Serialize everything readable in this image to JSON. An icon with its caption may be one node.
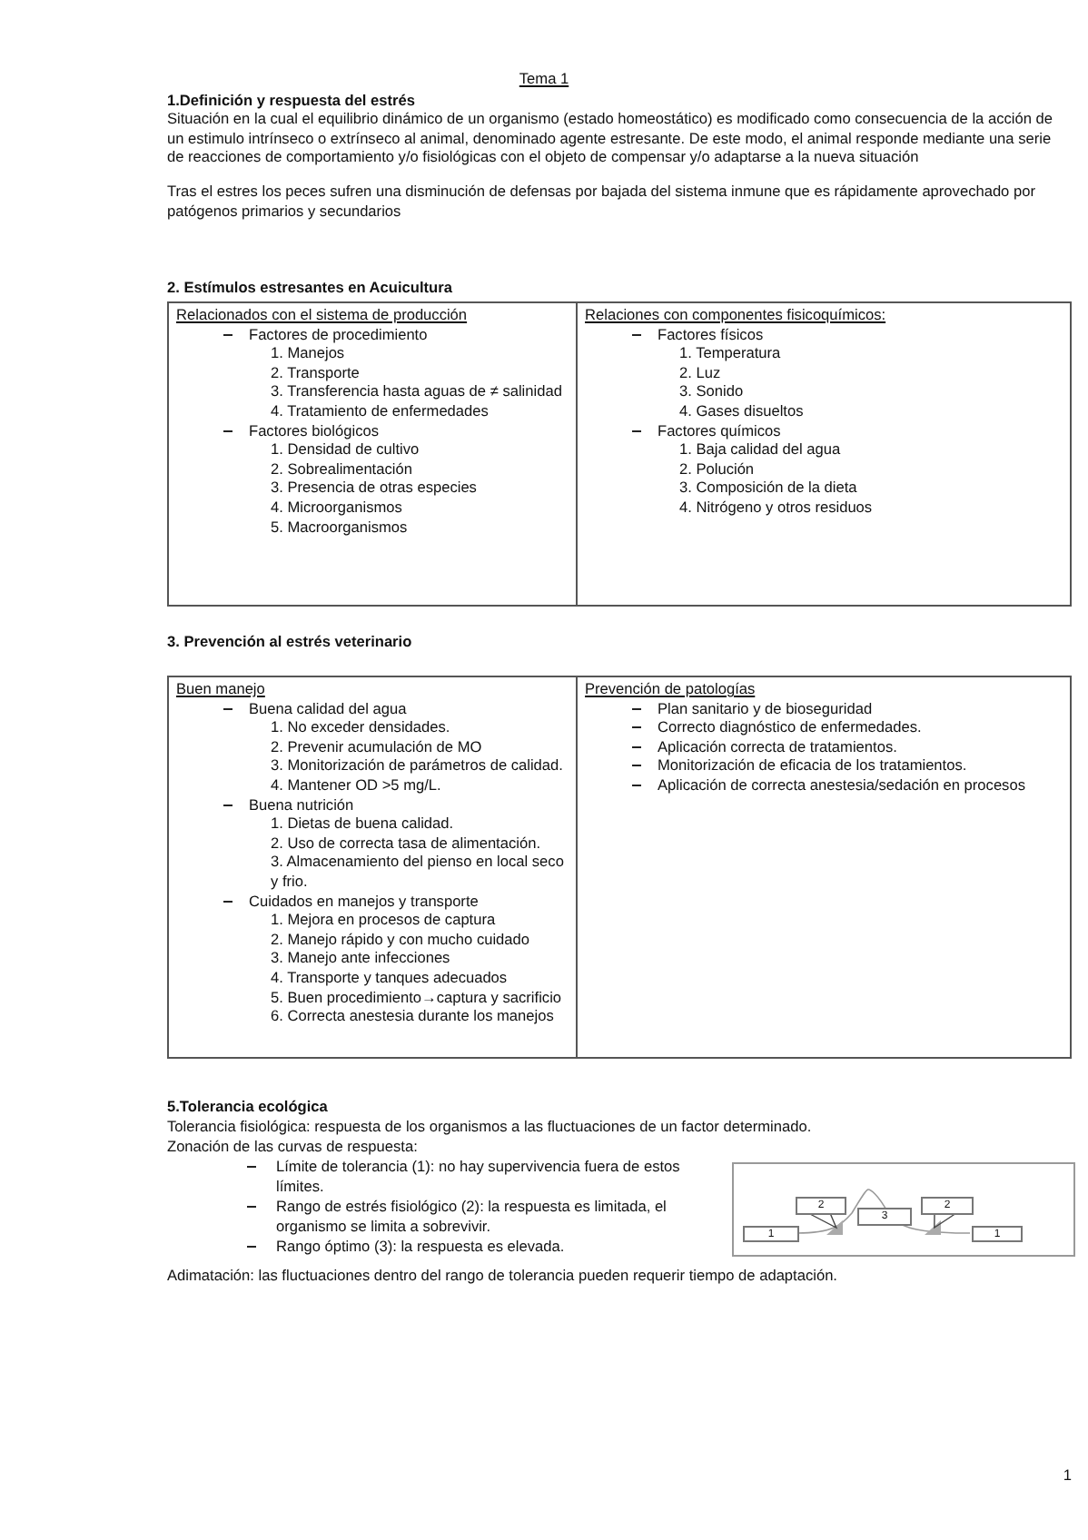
{
  "diagram": {
    "title": "Tema 1",
    "nodes": [
      {
        "text": [
          "2"
        ]
      },
      {
        "text": [
          "3"
        ]
      },
      {
        "text": [
          "2"
        ]
      },
      {
        "text": [
          "1"
        ]
      },
      {
        "text": [],
        "shape": "triangle"
      },
      {
        "text": [],
        "shape": "triangle"
      },
      {
        "text": [
          "1"
        ]
      }
    ],
    "edges": [
      {
        "from": 0,
        "to": 4,
        "arrow": "none"
      },
      {
        "from": 2,
        "to": 5,
        "arrow": "none"
      }
    ],
    "labels": [
      "1.Definición y respuesta del estrés",
      "Situación en la cual el equilibrio dinámico de un organismo (estado homeostático) es modificado como consecuencia de la acción de un estimulo intrínseco o extrínseco al animal, denominado agente estresante. De este modo, el animal responde mediante una serie de reacciones de comportamiento y/o fisiológicas con el objeto de compensar y/o adaptarse a la nueva situación",
      "Tras el estres los peces sufren una disminución de defensas por bajada del sistema inmune que es rápidamente aprovechado por patógenos primarios y secundarios",
      "2. Estímulos estresantes en Acuicultura",
      "Relacionados con el sistema de producción",
      "Factores de procedimiento",
      "1. Manejos",
      "2. Transporte",
      "3. Transferencia hasta aguas de ≠ salinidad",
      "4. Tratamiento de enfermedades",
      "Factores biológicos",
      "1. Densidad de cultivo",
      "2. Sobrealimentación",
      "3. Presencia de otras especies",
      "4. Microorganismos",
      "5. Macroorganismos",
      "Relaciones con componentes fisicoquímicos:",
      "Factores físicos",
      "1. Temperatura",
      "2. Luz",
      "3. Sonido",
      "4. Gases disueltos",
      "Factores químicos",
      "1. Baja calidad del agua",
      "2. Polución",
      "3. Composición de la dieta",
      "4. Nitrógeno y otros residuos",
      "3. Prevención al estrés veterinario",
      "Buen manejo",
      "Buena calidad del agua",
      "1. No exceder densidades.",
      "2. Prevenir acumulación de MO",
      "3. Monitorización de parámetros de calidad.",
      "4. Mantener OD >5 mg/L.",
      "Buena nutrición",
      "1. Dietas de buena calidad.",
      "2. Uso de correcta tasa de alimentación.",
      "3. Almacenamiento del pienso en local seco y frio.",
      "Cuidados en manejos y transporte",
      "1. Mejora en procesos de captura",
      "2. Manejo rápido y con mucho cuidado",
      "3. Manejo ante infecciones",
      "4. Transporte y tanques adecuados",
      "5. Buen procedimiento→captura y sacrificio",
      "6. Correcta anestesia durante los manejos",
      "Prevención de patologías",
      "Plan sanitario y de bioseguridad",
      "Correcto diagnóstico de enfermedades.",
      "Aplicación correcta de tratamientos.",
      "Monitorización de eficacia de los tratamientos.",
      "Aplicación de correcta anestesia/sedación en procesos",
      "5.Tolerancia ecológica",
      "Tolerancia fisiológica: respuesta de los organismos a las fluctuaciones de un factor determinado.",
      "Zonación de las curvas de respuesta:",
      "Límite de tolerancia (1): no hay supervivencia fuera de estos límites.",
      "Rango de estrés fisiológico (2): la respuesta es limitada, el organismo se limita a sobrevivir.",
      "Rango óptimo (3): la respuesta es elevada.",
      "Adimatación: las fluctuaciones dentro del rango de tolerancia pueden requerir tiempo de adaptación.",
      "1"
    ]
  }
}
